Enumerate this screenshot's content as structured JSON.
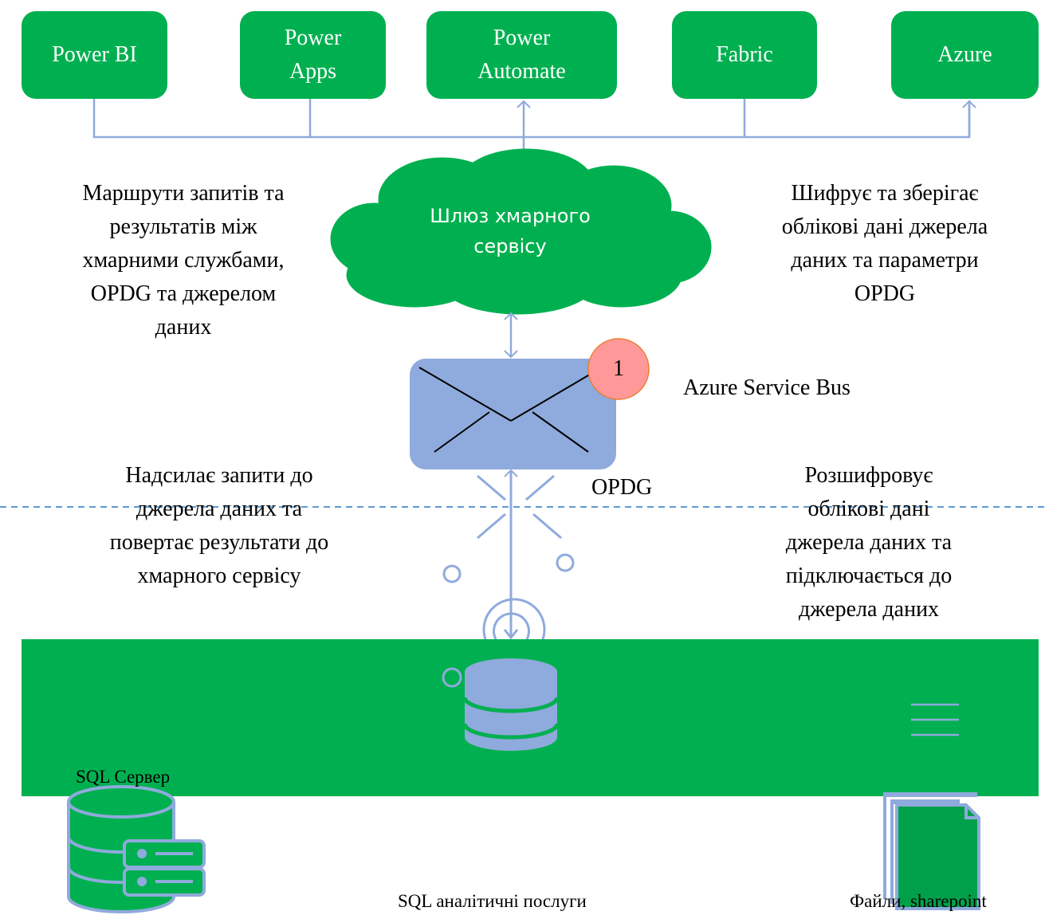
{
  "services": [
    {
      "label": "Power BI"
    },
    {
      "label": "Power Apps"
    },
    {
      "label": "Power Automate"
    },
    {
      "label": "Fabric"
    },
    {
      "label": "Azure"
    }
  ],
  "cloud": {
    "label": "Шлюз хмарного сервісу"
  },
  "notes": {
    "top_left": "Маршрути запитів та\nрезультатів між\nхмарними службами,\nOPDG та джерелом\nданих",
    "top_right": "Шифрує та зберігає\nоблікові дані джерела\nданих та параметри\nOPDG",
    "bottom_left": "Надсилає запити до\nджерела даних та\nповертає результати до\nхмарного сервісу",
    "bottom_right": "Розшифровує\nоблікові дані\nджерела даних та\nпідключається до\nджерела даних"
  },
  "labels": {
    "service_bus": "Azure Service Bus",
    "opdg": "OPDG",
    "badge": "1",
    "sql_server": "SQL Сервер",
    "sql_analytics": "SQL аналітичні послуги",
    "files": "Файли, sharepoint"
  },
  "icons": {
    "envelope": "envelope-icon",
    "database": "database-icon",
    "server": "database-server-icon",
    "file": "file-icon",
    "menu": "menu-lines-icon",
    "signal": "signal-icon"
  },
  "colors": {
    "green": "#00b050",
    "blue": "#8faadc",
    "line": "#8faadc",
    "dash": "#5b9bd5",
    "badge": "#ff9999",
    "badge_border": "#ed7d31",
    "file_dark": "#00a04a"
  }
}
